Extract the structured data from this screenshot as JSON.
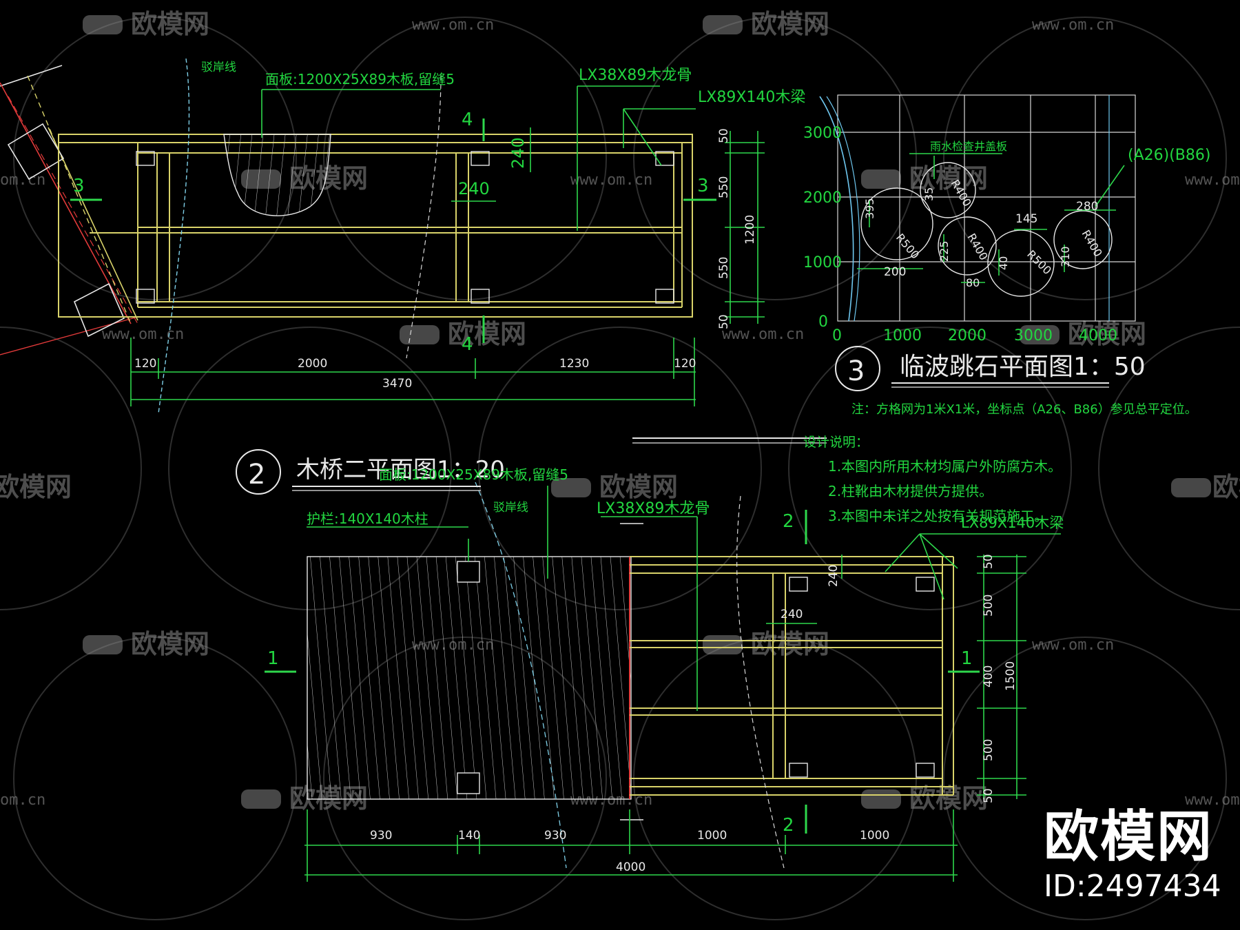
{
  "watermark": {
    "logo_text": "欧模网",
    "url": "www.om.cn",
    "url_fragment": "om.cn",
    "logo_fragment": "欧模网",
    "brand_name": "欧模网",
    "brand_id": "ID:2497434"
  },
  "drawing1": {
    "labels": {
      "revetment": "驳岸线",
      "deck_board": "面板:1200X25X89木板,留缝5",
      "joist": "LX38X89木龙骨",
      "beam": "LX89X140木梁"
    },
    "section_marks": [
      "4",
      "4",
      "3",
      "3"
    ],
    "dims_inner": [
      "240",
      "240"
    ],
    "dims_right": [
      "50",
      "550",
      "550",
      "50"
    ],
    "dim_total_vertical": "1200",
    "dims_bottom": [
      "120",
      "2000",
      "1230",
      "120"
    ],
    "dim_total": "3470"
  },
  "drawing2": {
    "marker_number": "2",
    "title": "木桥二平面图1：20",
    "labels": {
      "deck_board": "面板:1200X25X89木板,留缝5",
      "revetment": "驳岸线",
      "rail_post": "护栏:140X140木柱",
      "joist": "LX38X89木龙骨",
      "beam": "LX89X140木梁"
    },
    "section_marks": [
      "1",
      "1",
      "2",
      "2"
    ],
    "dim_inner_v": "240",
    "dim_inner_h": "240",
    "dims_right": [
      "50",
      "500",
      "400",
      "500",
      "50"
    ],
    "dim_total_vertical": "1500",
    "dims_bottom": [
      "930",
      "140",
      "930",
      "1000",
      "1000"
    ],
    "dim_total": "4000"
  },
  "drawing3": {
    "marker_number": "3",
    "title": "临波跳石平面图1：50",
    "note": "注：方格网为1米X1米，坐标点（A26、B86）参见总平定位。",
    "callout_manhole": "雨水检查井盖板",
    "coord_label": "(A26)(B86)",
    "y_ticks": [
      "3000",
      "2000",
      "1000",
      "0"
    ],
    "x_ticks": [
      "0",
      "1000",
      "2000",
      "3000",
      "4000"
    ],
    "stone_labels": {
      "r500a": "R500",
      "r400a": "R400",
      "r400b": "R400",
      "r500b": "R500",
      "r400c": "R400",
      "d395": "395",
      "d35": "35",
      "d200": "200",
      "d225": "225",
      "d80": "80",
      "d40": "40",
      "d145": "145",
      "d280": "280",
      "d310": "310"
    }
  },
  "design_notes": {
    "heading": "设计说明：",
    "items": [
      "1.本图内所用木材均属户外防腐方木。",
      "2.柱靴由木材提供方提供。",
      "3.本图中未详之处按有关规范施工。"
    ]
  }
}
